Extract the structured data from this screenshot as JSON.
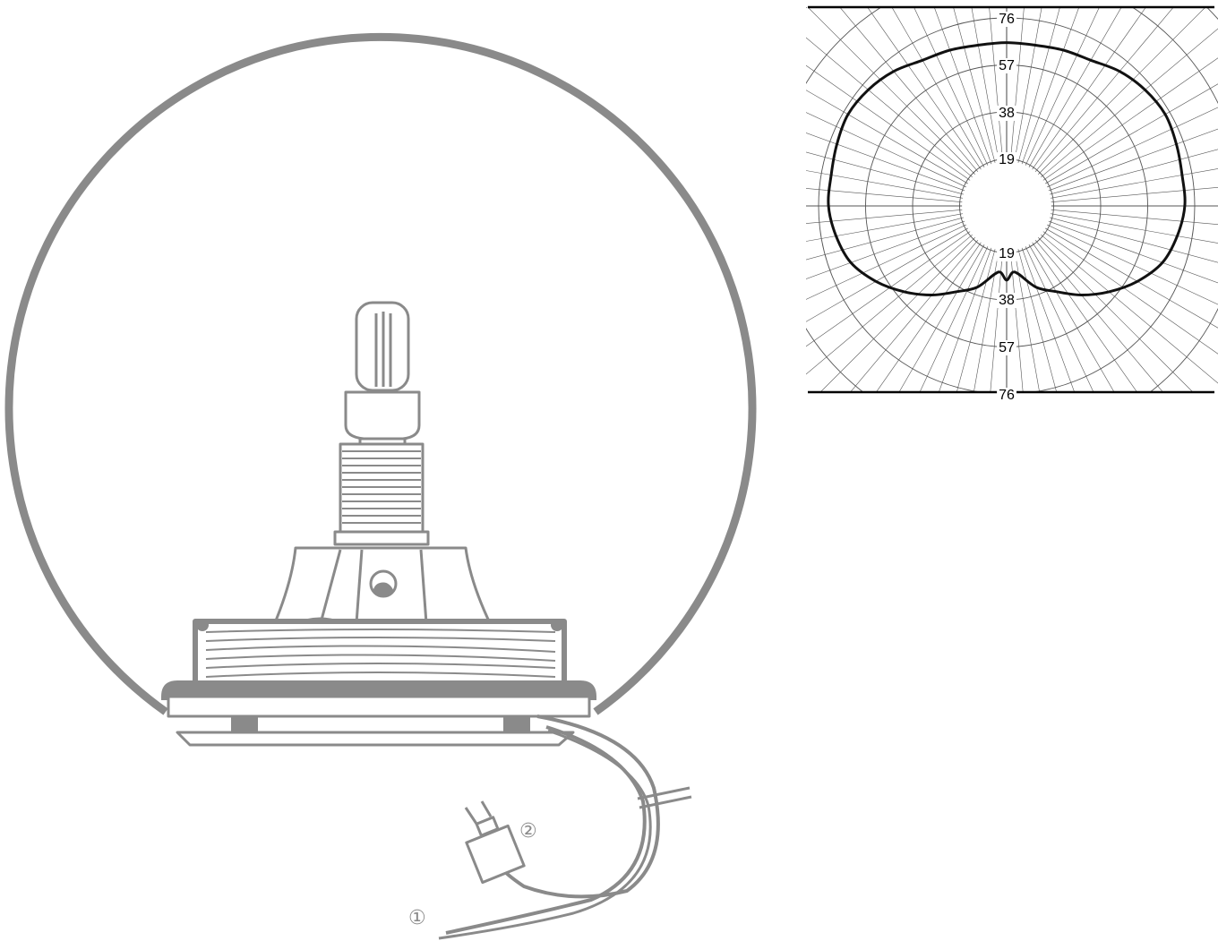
{
  "lamp": {
    "callouts": [
      {
        "id": "callout-1",
        "text": "①"
      },
      {
        "id": "callout-2",
        "text": "②"
      }
    ],
    "colors": {
      "stroke": "#8a8a8a",
      "fill": "#ffffff"
    }
  },
  "polar_chart": {
    "radial_labels_upper": [
      "76",
      "57",
      "38",
      "19"
    ],
    "radial_labels_lower": [
      "19",
      "38",
      "57",
      "76"
    ],
    "colors": {
      "curve": "#111111",
      "grid": "#555555",
      "border": "#000000"
    }
  },
  "chart_data": {
    "type": "polar",
    "title": "",
    "radial_ticks": [
      19,
      38,
      57,
      76
    ],
    "radial_max": 76,
    "series": [
      {
        "angles_deg": [
          0,
          10,
          20,
          30,
          40,
          50,
          60,
          70,
          80,
          90,
          100,
          110,
          120,
          130,
          140,
          150,
          160,
          170,
          175,
          180
        ],
        "values": [
          66,
          66,
          67,
          68,
          71,
          73,
          74,
          73,
          72,
          72,
          70,
          67,
          61,
          54,
          47,
          40,
          35,
          28,
          27,
          30
        ],
        "symmetric": true
      }
    ]
  }
}
